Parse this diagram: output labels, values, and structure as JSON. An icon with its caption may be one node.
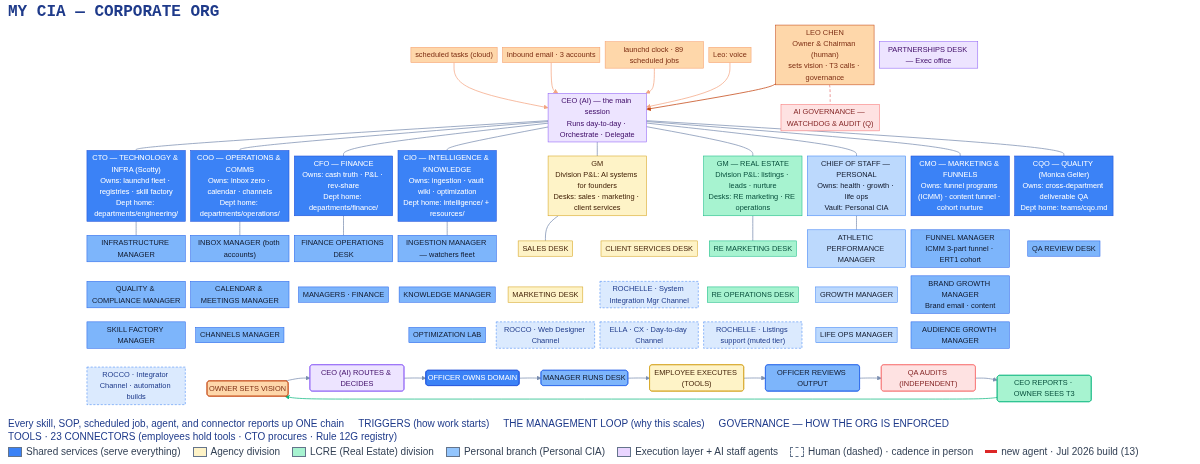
{
  "diagram": {
    "title": "MY CIA — CORPORATE ORG",
    "nodes": [
      {
        "text": [
          "LEO CHEN",
          "Owner & Chairman (human)",
          "sets vision · T3 calls · governance"
        ]
      },
      {
        "text": [
          "CEO (AI) — the main session",
          "Runs day-to-day · Orchestrate · Delegate"
        ]
      },
      {
        "text": [
          "Leo: voice"
        ]
      },
      {
        "text": [
          "launchd clock · 89 scheduled jobs"
        ]
      },
      {
        "text": [
          "Inbound email · 3 accounts"
        ]
      },
      {
        "text": [
          "scheduled tasks (cloud)"
        ]
      },
      {
        "text": [
          "AI GOVERNANCE — WATCHDOG & AUDIT (Q)"
        ]
      },
      {
        "text": [
          "PARTNERSHIPS DESK — Exec office"
        ]
      },
      {
        "text": [
          "CTO — TECHNOLOGY & INFRA (Scotty)",
          "Owns: launchd fleet · registries · skill factory",
          "Dept home: departments/engineering/"
        ]
      },
      {
        "text": [
          "INFRASTRUCTURE MANAGER"
        ]
      },
      {
        "text": [
          "QUALITY & COMPLIANCE MANAGER"
        ]
      },
      {
        "text": [
          "SKILL FACTORY MANAGER"
        ]
      },
      {
        "text": [
          "ROCCO · Integrator Channel · automation builds"
        ]
      },
      {
        "text": [
          "COO — OPERATIONS & COMMS",
          "Owns: inbox zero · calendar · channels",
          "Dept home: departments/operations/"
        ]
      },
      {
        "text": [
          "INBOX MANAGER (both accounts)"
        ]
      },
      {
        "text": [
          "CALENDAR & MEETINGS MANAGER"
        ]
      },
      {
        "text": [
          "CHANNELS MANAGER"
        ]
      },
      {
        "text": [
          "CFO — FINANCE",
          "Owns: cash truth · P&L · rev-share",
          "Dept home: departments/finance/"
        ]
      },
      {
        "text": [
          "FINANCE OPERATIONS DESK"
        ]
      },
      {
        "text": [
          "MANAGERS · FINANCE"
        ]
      },
      {
        "text": [
          "CIO — INTELLIGENCE & KNOWLEDGE",
          "Owns: ingestion · vault wiki · optimization",
          "Dept home: intelligence/ + resources/"
        ]
      },
      {
        "text": [
          "INGESTION MANAGER — watchers fleet"
        ]
      },
      {
        "text": [
          "KNOWLEDGE MANAGER"
        ]
      },
      {
        "text": [
          "OPTIMIZATION LAB"
        ]
      },
      {
        "text": [
          "GM",
          "Division P&L: AI systems for founders",
          "Desks: sales · marketing · client services"
        ]
      },
      {
        "text": [
          "SALES DESK"
        ]
      },
      {
        "text": [
          "MARKETING DESK"
        ]
      },
      {
        "text": [
          "ROCCO · Web Designer Channel"
        ]
      },
      {
        "text": [
          "CLIENT SERVICES DESK"
        ]
      },
      {
        "text": [
          "ROCHELLE · System Integration Mgr Channel"
        ]
      },
      {
        "text": [
          "ELLA · CX · Day-to-day Channel"
        ]
      },
      {
        "text": [
          "GM — REAL ESTATE",
          "Division P&L: listings · leads · nurture",
          "Desks: RE marketing · RE operations"
        ]
      },
      {
        "text": [
          "RE MARKETING DESK"
        ]
      },
      {
        "text": [
          "RE OPERATIONS DESK"
        ]
      },
      {
        "text": [
          "ROCHELLE · Listings support (muted tier)"
        ]
      },
      {
        "text": [
          "CHIEF OF STAFF — PERSONAL",
          "Owns: health · growth · life ops",
          "Vault: Personal CIA"
        ]
      },
      {
        "text": [
          "ATHLETIC PERFORMANCE MANAGER"
        ]
      },
      {
        "text": [
          "GROWTH MANAGER"
        ]
      },
      {
        "text": [
          "LIFE OPS MANAGER"
        ]
      },
      {
        "text": [
          "CMO — MARKETING & FUNNELS",
          "Owns: funnel programs (ICMM) · content funnel · cohort nurture"
        ]
      },
      {
        "text": [
          "FUNNEL MANAGER",
          "ICMM 3-part funnel · ERT1 cohort"
        ]
      },
      {
        "text": [
          "BRAND GROWTH MANAGER",
          "Brand email · content"
        ]
      },
      {
        "text": [
          "AUDIENCE GROWTH MANAGER"
        ]
      },
      {
        "text": [
          "CQO — QUALITY (Monica Geller)",
          "Owns: cross-department deliverable QA",
          "Dept home: teams/cqo.md"
        ]
      },
      {
        "text": [
          "QA REVIEW DESK"
        ]
      },
      {
        "text": [
          "OWNER SETS VISION"
        ]
      },
      {
        "text": [
          "CEO (AI) ROUTES & DECIDES"
        ]
      },
      {
        "text": [
          "OFFICER OWNS DOMAIN"
        ]
      },
      {
        "text": [
          "MANAGER RUNS DESK"
        ]
      },
      {
        "text": [
          "EMPLOYEE EXECUTES (TOOLS)"
        ]
      },
      {
        "text": [
          "OFFICER REVIEWS OUTPUT"
        ]
      },
      {
        "text": [
          "QA AUDITS (INDEPENDENT)"
        ]
      },
      {
        "text": [
          "CEO REPORTS · OWNER SEES T3"
        ]
      }
    ],
    "edges": [
      {
        "from": 0,
        "to": 1,
        "arrow": "to",
        "color": "#c2410c"
      },
      {
        "from": 0,
        "to": 6,
        "arrow": "none",
        "style": "dashed",
        "color": "#e57373"
      },
      {
        "from": 2,
        "to": 1,
        "arrow": "to",
        "color": "#f4a582"
      },
      {
        "from": 3,
        "to": 1,
        "arrow": "to",
        "color": "#f4a582"
      },
      {
        "from": 4,
        "to": 1,
        "arrow": "to",
        "color": "#f4a582"
      },
      {
        "from": 5,
        "to": 1,
        "arrow": "to",
        "color": "#f4a582"
      },
      {
        "from": 1,
        "to": 8,
        "arrow": "none"
      },
      {
        "from": 1,
        "to": 13,
        "arrow": "none"
      },
      {
        "from": 1,
        "to": 17,
        "arrow": "none"
      },
      {
        "from": 1,
        "to": 20,
        "arrow": "none"
      },
      {
        "from": 1,
        "to": 24,
        "arrow": "none"
      },
      {
        "from": 1,
        "to": 31,
        "arrow": "none"
      },
      {
        "from": 1,
        "to": 35,
        "arrow": "none"
      },
      {
        "from": 1,
        "to": 39,
        "arrow": "none"
      },
      {
        "from": 1,
        "to": 43,
        "arrow": "none"
      },
      {
        "from": 8,
        "to": 9,
        "arrow": "none"
      },
      {
        "from": 13,
        "to": 14,
        "arrow": "none"
      },
      {
        "from": 17,
        "to": 18,
        "arrow": "none"
      },
      {
        "from": 20,
        "to": 21,
        "arrow": "none"
      },
      {
        "from": 24,
        "to": 25,
        "arrow": "none"
      },
      {
        "from": 31,
        "to": 32,
        "arrow": "none"
      },
      {
        "from": 35,
        "to": 36,
        "arrow": "none"
      },
      {
        "from": 45,
        "to": 46,
        "arrow": "to"
      },
      {
        "from": 46,
        "to": 47,
        "arrow": "to"
      },
      {
        "from": 47,
        "to": 48,
        "arrow": "to"
      },
      {
        "from": 48,
        "to": 49,
        "arrow": "to"
      },
      {
        "from": 49,
        "to": 50,
        "arrow": "to"
      },
      {
        "from": 50,
        "to": 51,
        "arrow": "to"
      },
      {
        "from": 51,
        "to": 52,
        "arrow": "to"
      },
      {
        "from": 52,
        "to": 45,
        "arrow": "to",
        "color": "#10b981"
      }
    ],
    "labels": [
      "Every skill, SOP, scheduled job, agent, and connector reports up ONE chain",
      "TRIGGERS (how work starts)",
      "THE MANAGEMENT LOOP (why this scales)",
      "GOVERNANCE — HOW THE ORG IS ENFORCED",
      "TOOLS · 23 CONNECTORS (employees hold tools · CTO procures · Rule 12G registry)"
    ],
    "legend": [
      {
        "text": "Shared services (serve everything)",
        "color": "#3b82f6"
      },
      {
        "text": "Agency division",
        "color": "#fef3c7"
      },
      {
        "text": "LCRE (Real Estate) division",
        "color": "#a7f3d0"
      },
      {
        "text": "Personal branch (Personal CIA)",
        "color": "#93c5fd"
      },
      {
        "text": "Execution layer + AI staff agents",
        "color": "#e9d5ff"
      },
      {
        "text": "Human (dashed) · cadence in person"
      },
      {
        "text": "new agent · Jul 2026 build (13)"
      }
    ]
  }
}
